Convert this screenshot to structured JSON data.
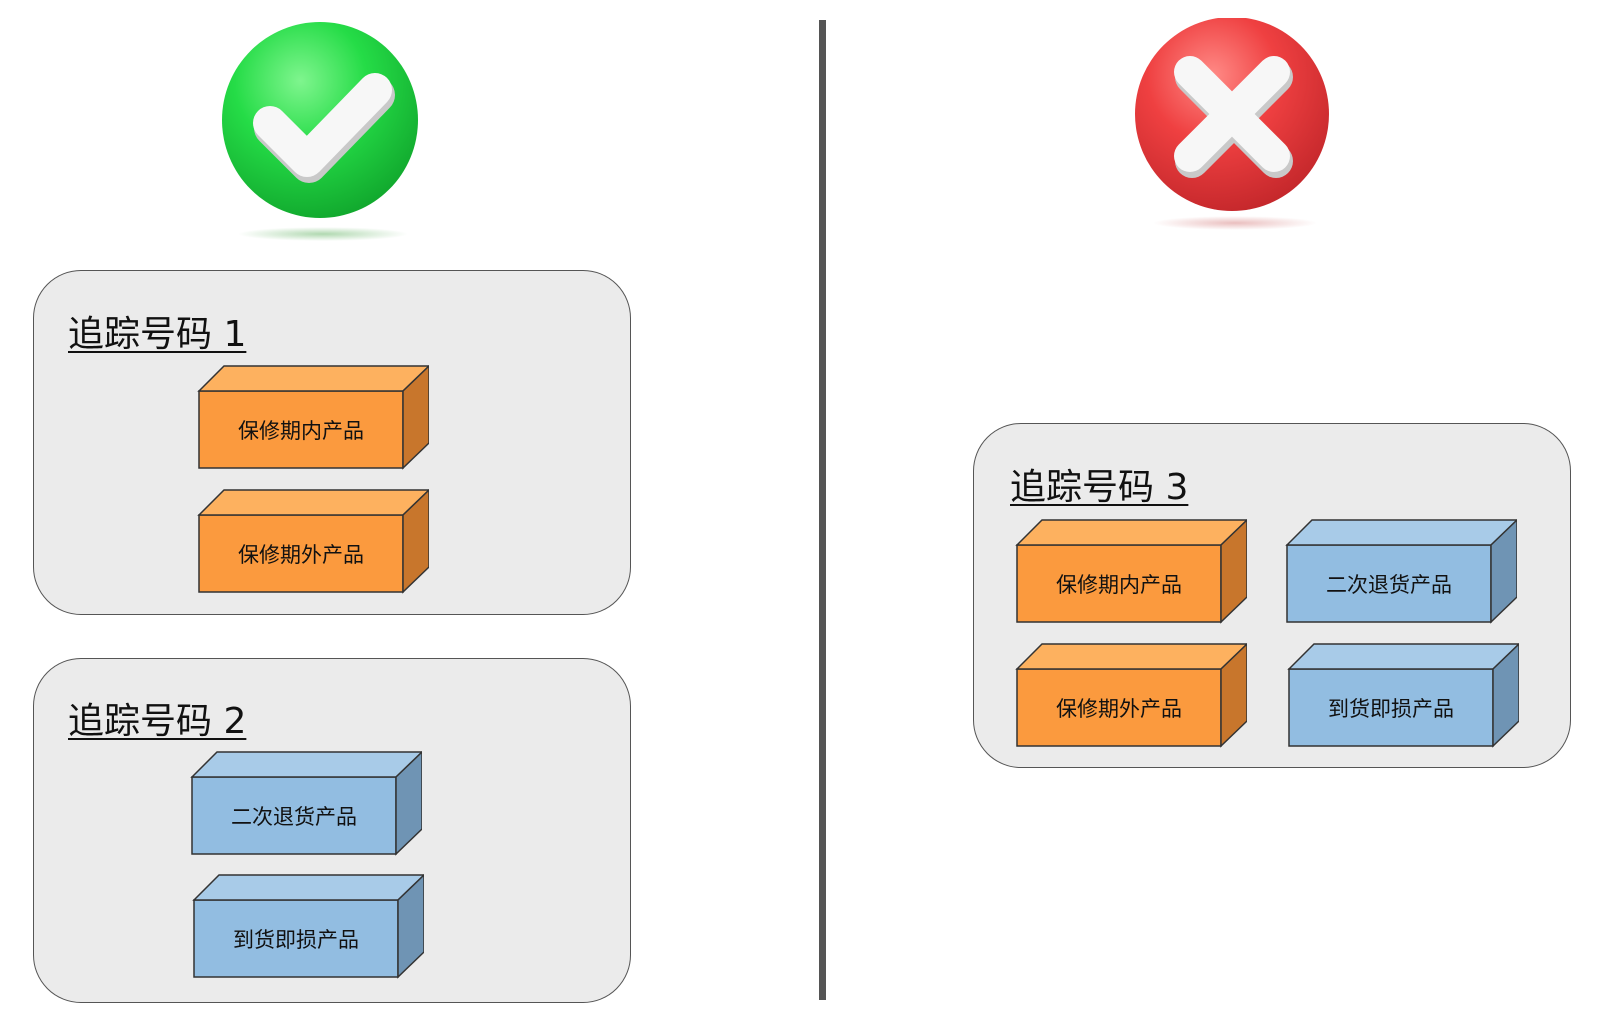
{
  "colors": {
    "orange_front": "#fb9a3e",
    "orange_top": "#fdb15f",
    "orange_side": "#c8762c",
    "blue_front": "#92bde1",
    "blue_top": "#a8cbe8",
    "blue_side": "#6f94b4",
    "correct_green": "#1fd94a",
    "wrong_red": "#e9393a"
  },
  "icons": {
    "correct": "check-icon",
    "wrong": "cross-icon"
  },
  "left": {
    "groups": [
      {
        "title": "追踪号码 1",
        "items": [
          {
            "label": "保修期内产品",
            "color": "orange"
          },
          {
            "label": "保修期外产品",
            "color": "orange"
          }
        ]
      },
      {
        "title": "追踪号码 2",
        "items": [
          {
            "label": "二次退货产品",
            "color": "blue"
          },
          {
            "label": "到货即损产品",
            "color": "blue"
          }
        ]
      }
    ]
  },
  "right": {
    "groups": [
      {
        "title": "追踪号码 3",
        "items": [
          {
            "label": "保修期内产品",
            "color": "orange"
          },
          {
            "label": "二次退货产品",
            "color": "blue"
          },
          {
            "label": "保修期外产品",
            "color": "orange"
          },
          {
            "label": "到货即损产品",
            "color": "blue"
          }
        ]
      }
    ]
  }
}
